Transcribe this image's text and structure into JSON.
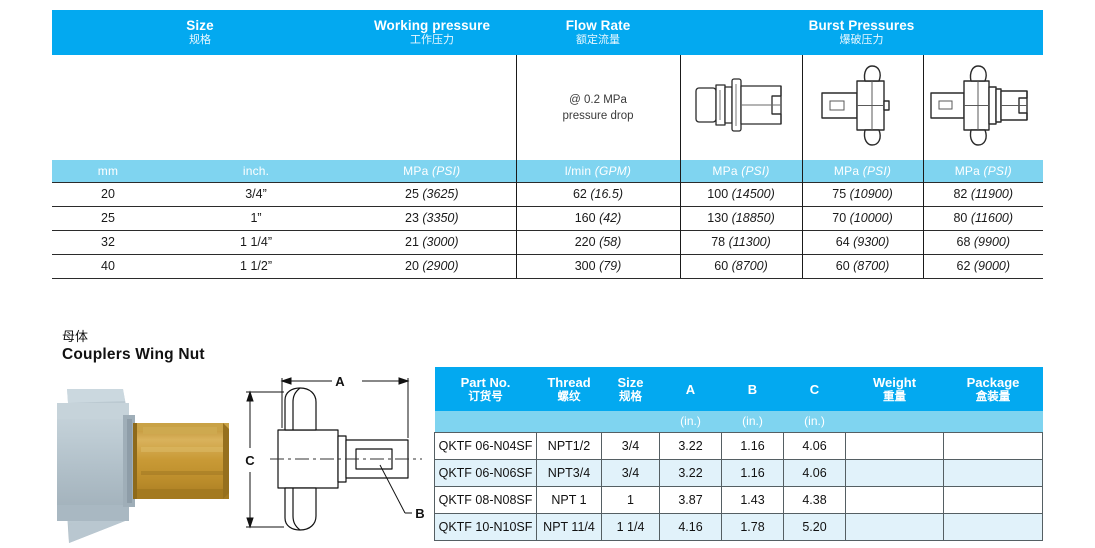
{
  "spec_table": {
    "headers": [
      {
        "en": "Size",
        "cn": "规格",
        "colspan": 2
      },
      {
        "en": "Working pressure",
        "cn": "工作压力",
        "colspan": 1
      },
      {
        "en": "Flow Rate",
        "cn": "额定流量",
        "colspan": 1
      },
      {
        "en": "Burst Pressures",
        "cn": "爆破压力",
        "colspan": 3
      }
    ],
    "flow_note_line1": "@ 0.2 MPa",
    "flow_note_line2": "pressure drop",
    "diagram_icons": [
      "coupler-plug-icon",
      "wing-nut-socket-icon",
      "wing-nut-assembly-icon"
    ],
    "units": [
      {
        "main": "mm",
        "sub": ""
      },
      {
        "main": "inch.",
        "sub": ""
      },
      {
        "main": "MPa",
        "sub": "(PSI)"
      },
      {
        "main": "l/min",
        "sub": "(GPM)"
      },
      {
        "main": "MPa",
        "sub": "(PSI)"
      },
      {
        "main": "MPa",
        "sub": "(PSI)"
      },
      {
        "main": "MPa",
        "sub": "(PSI)"
      }
    ],
    "rows": [
      {
        "mm": "20",
        "inch": "3/4”",
        "wp": "25",
        "wp_psi": "(3625)",
        "flow": "62",
        "flow_gpm": "(16.5)",
        "b1": "100",
        "b1_psi": "(14500)",
        "b2": "75",
        "b2_psi": "(10900)",
        "b3": "82",
        "b3_psi": "(11900)"
      },
      {
        "mm": "25",
        "inch": "1”",
        "wp": "23",
        "wp_psi": "(3350)",
        "flow": "160",
        "flow_gpm": "(42)",
        "b1": "130",
        "b1_psi": "(18850)",
        "b2": "70",
        "b2_psi": "(10000)",
        "b3": "80",
        "b3_psi": "(11600)"
      },
      {
        "mm": "32",
        "inch": "1 1/4”",
        "wp": "21",
        "wp_psi": "(3000)",
        "flow": "220",
        "flow_gpm": "(58)",
        "b1": "78",
        "b1_psi": "(11300)",
        "b2": "64",
        "b2_psi": "(9300)",
        "b3": "68",
        "b3_psi": "(9900)"
      },
      {
        "mm": "40",
        "inch": "1 1/2”",
        "wp": "20",
        "wp_psi": "(2900)",
        "flow": "300",
        "flow_gpm": "(79)",
        "b1": "60",
        "b1_psi": "(8700)",
        "b2": "60",
        "b2_psi": "(8700)",
        "b3": "62",
        "b3_psi": "(9000)"
      }
    ]
  },
  "section": {
    "title_cn": "母体",
    "title_en": "Couplers Wing Nut",
    "photo_name": "coupler-wing-nut-photo",
    "drawing_name": "coupler-wing-nut-dimension-drawing",
    "drawing_labels": {
      "a": "A",
      "b": "B",
      "c": "C"
    }
  },
  "part_table": {
    "headers": [
      {
        "en": "Part No.",
        "cn": "订货号",
        "unit": ""
      },
      {
        "en": "Thread",
        "cn": "螺纹",
        "unit": ""
      },
      {
        "en": "Size",
        "cn": "规格",
        "unit": ""
      },
      {
        "en": "A",
        "cn": "",
        "unit": "(in.)"
      },
      {
        "en": "B",
        "cn": "",
        "unit": "(in.)"
      },
      {
        "en": "C",
        "cn": "",
        "unit": "(in.)"
      },
      {
        "en": "Weight",
        "cn": "重量",
        "unit": ""
      },
      {
        "en": "Package",
        "cn": "盒装量",
        "unit": ""
      }
    ],
    "rows": [
      {
        "part": "QKTF 06-N04SF",
        "thread": "NPT1/2",
        "size": "3/4",
        "a": "3.22",
        "b": "1.16",
        "c": "4.06",
        "weight": "",
        "package": ""
      },
      {
        "part": "QKTF 06-N06SF",
        "thread": "NPT3/4",
        "size": "3/4",
        "a": "3.22",
        "b": "1.16",
        "c": "4.06",
        "weight": "",
        "package": ""
      },
      {
        "part": "QKTF 08-N08SF",
        "thread": "NPT 1",
        "size": "1",
        "a": "3.87",
        "b": "1.43",
        "c": "4.38",
        "weight": "",
        "package": ""
      },
      {
        "part": "QKTF 10-N10SF",
        "thread": "NPT 11/4",
        "size": "1 1/4",
        "a": "4.16",
        "b": "1.78",
        "c": "5.20",
        "weight": "",
        "package": ""
      }
    ]
  },
  "colors": {
    "header_blue": "#03A9F0",
    "subheader_blue": "#7FD4F0",
    "row_stripe": "#E1F2FA",
    "border": "#2b2b2b",
    "brass": "#C79A3A",
    "steel": "#C3CFD6"
  }
}
